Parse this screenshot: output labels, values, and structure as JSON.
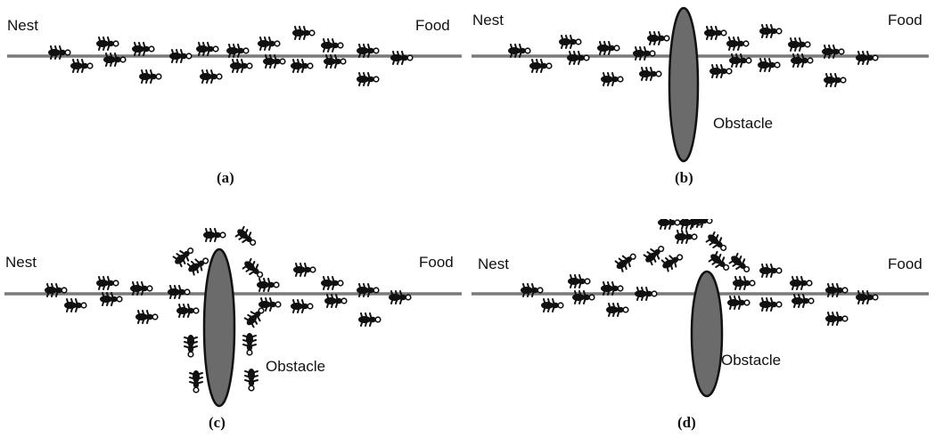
{
  "panels": [
    {
      "id": "a",
      "nest": "Nest",
      "food": "Food",
      "caption": "(a)",
      "obstacle": ""
    },
    {
      "id": "b",
      "nest": "Nest",
      "food": "Food",
      "caption": "(b)",
      "obstacle": "Obstacle"
    },
    {
      "id": "c",
      "nest": "Nest",
      "food": "Food",
      "caption": "(c)",
      "obstacle": "Obstacle"
    },
    {
      "id": "d",
      "nest": "Nest",
      "food": "Food",
      "caption": "(d)",
      "obstacle": "Obstacle"
    }
  ]
}
